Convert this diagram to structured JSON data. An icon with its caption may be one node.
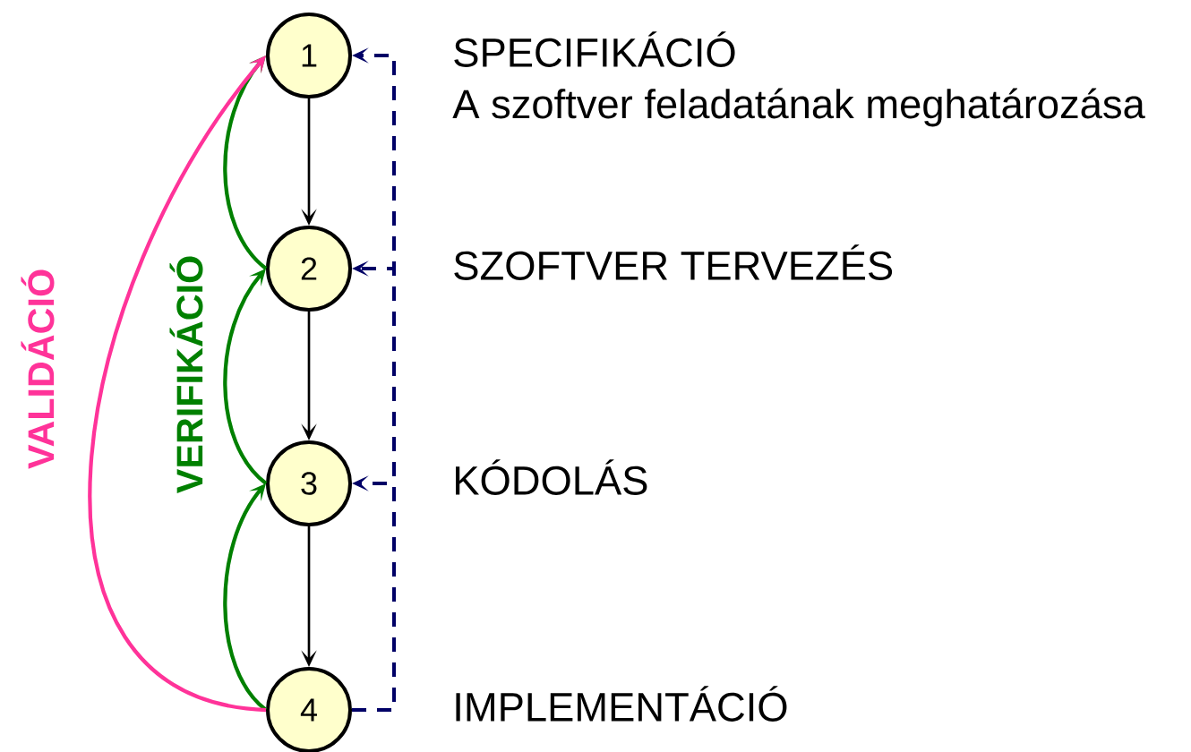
{
  "diagram": {
    "nodes": [
      {
        "text": [
          "1"
        ],
        "beside": [
          "SPECIFIKÁCIÓ",
          "A szoftver feladatának meghatározása"
        ]
      },
      {
        "text": [
          "2"
        ],
        "beside": [
          "SZOFTVER TERVEZÉS"
        ]
      },
      {
        "text": [
          "3"
        ],
        "beside": [
          "KÓDOLÁS"
        ]
      },
      {
        "text": [
          "4"
        ],
        "beside": [
          "IMPLEMENTÁCIÓ"
        ]
      }
    ],
    "edges": [
      {
        "from": 0,
        "to": 1,
        "arrow": "to"
      },
      {
        "from": 1,
        "to": 2,
        "arrow": "to"
      },
      {
        "from": 2,
        "to": 3,
        "arrow": "to"
      },
      {
        "from": 1,
        "to": 0,
        "arrow": "to",
        "color": "#008000"
      },
      {
        "from": 2,
        "to": 1,
        "arrow": "to",
        "color": "#008000"
      },
      {
        "from": 3,
        "to": 2,
        "arrow": "to",
        "color": "#008000"
      },
      {
        "from": 3,
        "to": 0,
        "arrow": "to",
        "color": "#ff3399"
      },
      {
        "from": 3,
        "to": 2,
        "arrow": "to",
        "style": "dashed",
        "color": "#000066"
      },
      {
        "from": 3,
        "to": 1,
        "arrow": "to",
        "style": "dashed",
        "color": "#000066"
      },
      {
        "from": 3,
        "to": 0,
        "arrow": "to",
        "style": "dashed",
        "color": "#000066"
      }
    ],
    "labels": [
      "VALIDÁCIÓ",
      "VERIFIKÁCIÓ"
    ]
  }
}
